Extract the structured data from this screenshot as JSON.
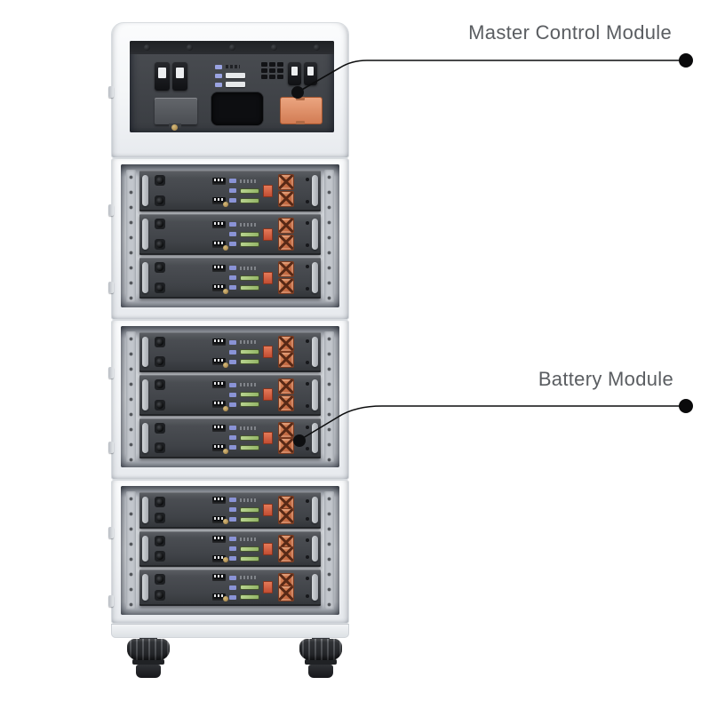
{
  "annotations": {
    "master_control": {
      "label": "Master Control Module"
    },
    "battery": {
      "label": "Battery Module"
    }
  },
  "cabinet": {
    "battery_sections": 3,
    "modules_per_section": 3,
    "total_battery_modules": 9,
    "feet_count": 2
  },
  "colors": {
    "background": "#ffffff",
    "label_text": "#5a5d61",
    "callout_line": "#0c0d0e",
    "cabinet_frame": "#f3f5f7",
    "cavity_gray": "#c7cbd1",
    "module_face": "#45484d",
    "panel_dark": "#3d4045",
    "connector_orange": "#cb6c44",
    "connector_orange_light": "#e39a74",
    "indicator_green": "#a2c178",
    "indicator_blue": "#8a93d6",
    "display_black": "#0d0e11"
  }
}
